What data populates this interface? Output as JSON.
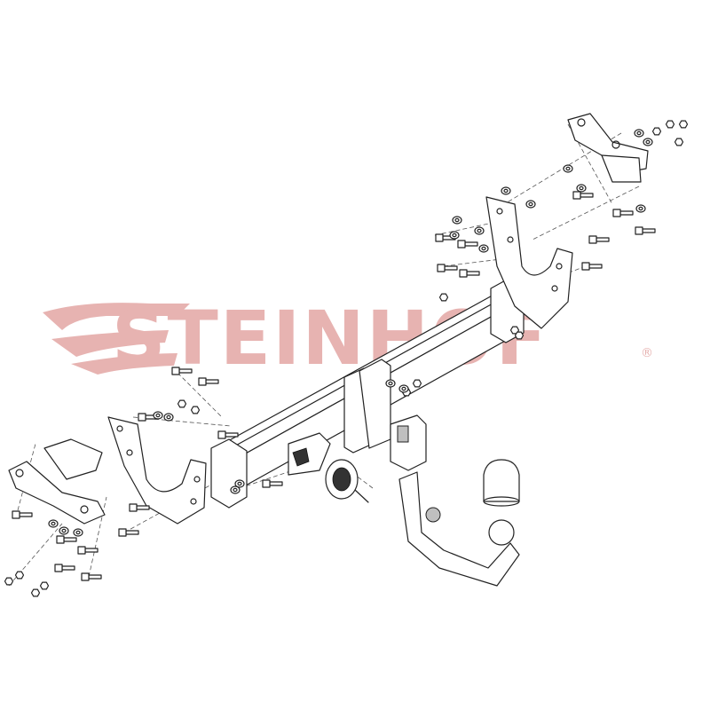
{
  "watermark": {
    "brand_text": "STEINHOF",
    "registered_mark": "®",
    "color": "#e7b3b1"
  },
  "line_color": "#222222",
  "components": [
    {
      "name": "main-crossbar",
      "icon": "crossbar"
    },
    {
      "name": "left-side-bracket",
      "icon": "bracket"
    },
    {
      "name": "right-side-bracket",
      "icon": "bracket"
    },
    {
      "name": "left-mounting-plate",
      "icon": "plate"
    },
    {
      "name": "right-mounting-plate",
      "icon": "plate"
    },
    {
      "name": "tow-ball-neck",
      "icon": "tow-ball"
    },
    {
      "name": "ball-cover-cap",
      "icon": "cap"
    },
    {
      "name": "electrical-socket",
      "icon": "socket"
    },
    {
      "name": "socket-bracket",
      "icon": "bracket"
    },
    {
      "name": "receiver-housing",
      "icon": "housing"
    },
    {
      "name": "bolt-set",
      "icon": "bolt"
    }
  ]
}
